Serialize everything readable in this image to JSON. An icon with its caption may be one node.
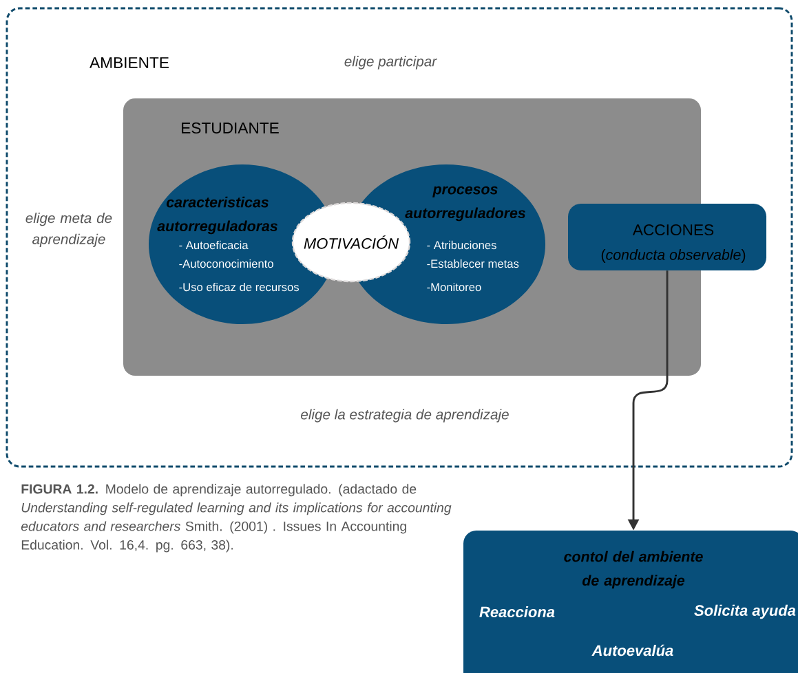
{
  "diagram": {
    "caption": "**FIGURA 1.2.** Modelo de aprendizaje autorregulado. (adactado de *Understanding self-regulated learning and its implications for accounting  educators and researchers* Smith. (2001) . Issues In Accounting Education. Vol. 16,4. pg. 663, 38).",
    "nodes": [
      {
        "text": [
          "AMBIENTE",
          "elige participar",
          "elige meta de aprendizaje",
          "elige la estrategia de aprendizaje"
        ]
      },
      {
        "text": [
          "ESTUDIANTE"
        ],
        "in": 0
      },
      {
        "text": [
          "caracteristicas autorreguladoras",
          "- Autoeficacia",
          "-Autoconocimiento",
          "-Uso eficaz de recursos"
        ],
        "in": 1
      },
      {
        "text": [
          "procesos autorreguladores",
          "- Atribuciones",
          "-Establecer metas",
          "-Monitoreo"
        ],
        "in": 1
      },
      {
        "text": [
          "MOTIVACIÓN"
        ],
        "in": 1
      },
      {
        "text": [
          "ACCIONES",
          "(*conducta observable*)"
        ],
        "in": 0
      },
      {
        "text": [
          "contol del ambiente de aprendizaje",
          "Reacciona",
          "Solicita ayuda",
          "Autoevalúa"
        ]
      }
    ],
    "edges": [
      {
        "from": 5,
        "to": 6,
        "arrow": "to"
      }
    ]
  }
}
